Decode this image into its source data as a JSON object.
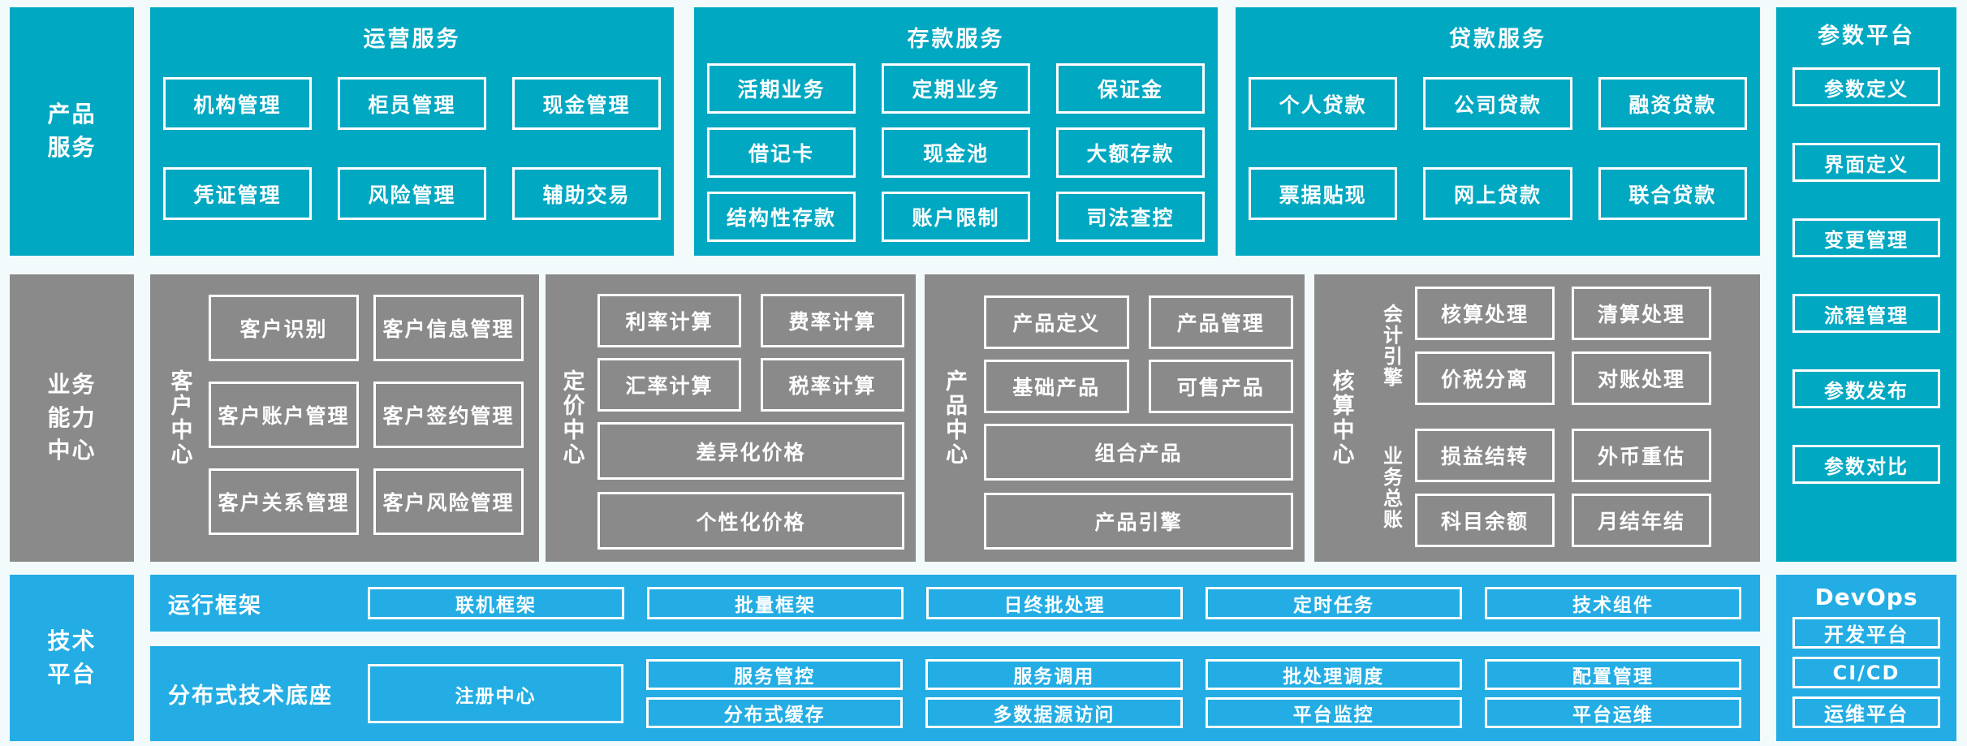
{
  "colors": {
    "teal": "#00a8c2",
    "gray": "#8a8a8a",
    "blue": "#23ade4",
    "bg": "#f3fafc",
    "bd": "#ffffff"
  },
  "top": {
    "sidebar": {
      "label": "产品\n服务"
    },
    "panels": [
      {
        "title": "运营服务",
        "boxes": [
          [
            "机构管理",
            "柜员管理",
            "现金管理"
          ],
          [
            "凭证管理",
            "风险管理",
            "辅助交易"
          ]
        ]
      },
      {
        "title": "存款服务",
        "boxes": [
          [
            "活期业务",
            "定期业务",
            "保证金"
          ],
          [
            "借记卡",
            "现金池",
            "大额存款"
          ],
          [
            "结构性存款",
            "账户限制",
            "司法查控"
          ]
        ]
      },
      {
        "title": "贷款服务",
        "boxes": [
          [
            "个人贷款",
            "公司贷款",
            "融资贷款"
          ],
          [
            "票据贴现",
            "网上贷款",
            "联合贷款"
          ]
        ]
      }
    ]
  },
  "param_platform": {
    "title": "参数平台",
    "items": [
      "参数定义",
      "界面定义",
      "变更管理",
      "流程管理",
      "参数发布",
      "参数对比"
    ]
  },
  "middle": {
    "sidebar": {
      "label": "业务\n能力\n中心"
    },
    "customer_center": {
      "label": "客户中心",
      "rows": [
        [
          "客户识别",
          "客户信息管理"
        ],
        [
          "客户账户管理",
          "客户签约管理"
        ],
        [
          "客户关系管理",
          "客户风险管理"
        ]
      ]
    },
    "pricing_center": {
      "label": "定价中心",
      "rows": [
        [
          "利率计算",
          "费率计算"
        ],
        [
          "汇率计算",
          "税率计算"
        ]
      ],
      "wide": [
        "差异化价格",
        "个性化价格"
      ]
    },
    "product_center": {
      "label": "产品中心",
      "rows": [
        [
          "产品定义",
          "产品管理"
        ],
        [
          "基础产品",
          "可售产品"
        ]
      ],
      "wide": [
        "组合产品",
        "产品引擎"
      ]
    },
    "accounting_center": {
      "label": "核算中心",
      "groups": [
        {
          "label": "会计引擎",
          "rows": [
            [
              "核算处理",
              "清算处理"
            ],
            [
              "价税分离",
              "对账处理"
            ]
          ]
        },
        {
          "label": "业务总账",
          "rows": [
            [
              "损益结转",
              "外币重估"
            ],
            [
              "科目余额",
              "月结年结"
            ]
          ]
        }
      ]
    }
  },
  "bottom": {
    "sidebar": {
      "label": "技术\n平台"
    },
    "runtime": {
      "label": "运行框架",
      "boxes": [
        "联机框架",
        "批量框架",
        "日终批处理",
        "定时任务",
        "技术组件"
      ]
    },
    "distributed": {
      "label": "分布式技术底座",
      "registry": "注册中心",
      "grid": [
        [
          "服务管控",
          "服务调用",
          "批处理调度",
          "配置管理"
        ],
        [
          "分布式缓存",
          "多数据源访问",
          "平台监控",
          "平台运维"
        ]
      ]
    },
    "devops": {
      "title": "DevOps",
      "items": [
        "开发平台",
        "CI/CD",
        "运维平台"
      ]
    }
  }
}
